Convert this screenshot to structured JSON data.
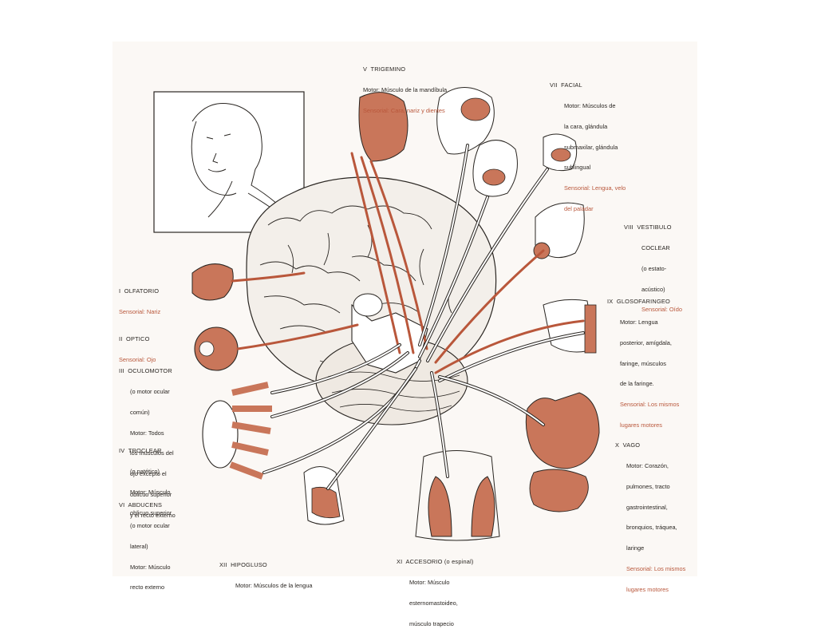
{
  "colors": {
    "background": "#fbf8f5",
    "ink": "#2a2622",
    "sensory": "#b9573b",
    "flesh": "#c9765a",
    "nerve_light": "#ffffff"
  },
  "nerves": {
    "trigemino": {
      "name": "V  TRIGEMINO",
      "lines": [
        "Motor: Músculo de la mandíbula"
      ],
      "sensory": "Sensorial: Cara, nariz y dientes"
    },
    "facial": {
      "name": "VII  FACIAL",
      "lines": [
        "Motor: Músculos de",
        "la cara, glándula",
        "submaxilar, glándula",
        "sublingual"
      ],
      "sensory_lines": [
        "Sensorial: Lengua, velo",
        "del paladar"
      ]
    },
    "vestibulo": {
      "name": "VIII  VESTIBULO",
      "lines": [
        "COCLEAR",
        "(o estato-",
        "acústico)"
      ],
      "sensory": "Sensorial: Oído"
    },
    "glosofaringeo": {
      "name": "IX  GLOSOFARINGEO",
      "lines": [
        "Motor: Lengua",
        "posterior, amígdala,",
        "faringe, músculos",
        "de la faringe."
      ],
      "sensory_lines": [
        "Sensorial: Los mismos",
        "lugares motores"
      ]
    },
    "vago": {
      "name": "X  VAGO",
      "lines": [
        "Motor: Corazón,",
        "pulmones, tracto",
        "gastrointestinal,",
        "bronquios, tráquea,",
        "laringe"
      ],
      "sensory_lines": [
        "Sensorial: Los mismos",
        "lugares motores"
      ]
    },
    "accesorio": {
      "name": "XI  ACCESORIO (o espinal)",
      "lines": [
        "Motor: Músculo",
        "esternomastoideo,",
        "músculo trapecio"
      ]
    },
    "hipogluso": {
      "name": "XII  HIPOGLUSO",
      "lines": [
        "Motor: Músculos de la lengua"
      ]
    },
    "olfatorio": {
      "name": "I  OLFATORIO",
      "sensory": "Sensorial: Nariz"
    },
    "optico": {
      "name": "II  OPTICO",
      "sensory": "Sensorial: Ojo"
    },
    "oculomotor": {
      "name": "III  OCULOMOTOR",
      "lines": [
        "(o motor ocular",
        "común)",
        "Motor: Todos",
        "los músculos del",
        "ojo excepto el",
        "oblicuo superior",
        "y el recto externo"
      ]
    },
    "troclear": {
      "name": "IV  TROCLEAR",
      "lines": [
        "(o patético)",
        "Motor: Músculo",
        "oblicuo superior"
      ]
    },
    "abducens": {
      "name": "VI  ABDUCENS",
      "lines": [
        "(o motor ocular",
        "lateral)",
        "Motor: Músculo",
        "recto externo"
      ]
    }
  }
}
